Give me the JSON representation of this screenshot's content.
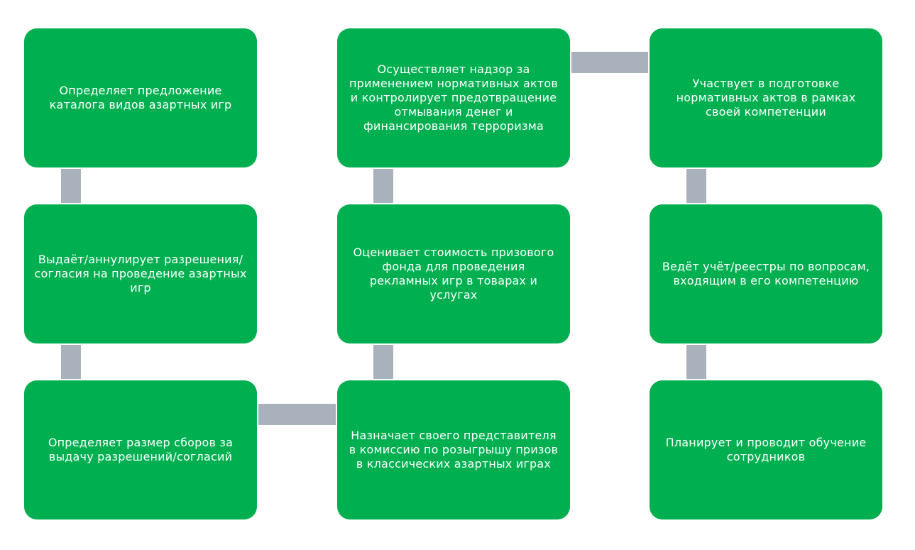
{
  "colors": {
    "box_fill": "#00b050",
    "connector": "#a9b2bc",
    "text": "#ffffff"
  },
  "boxes": {
    "col1": [
      "Определяет предложение каталога видов азартных игр",
      "Выдаёт/аннулирует разрешения/согласия на проведение азартных игр",
      "Определяет размер сборов за выдачу разрешений/согласий"
    ],
    "col2": [
      "Осуществляет надзор за применением нормативных актов и контролирует предотвращение отмывания денег и финансирования терроризма",
      "Оценивает стоимость призового фонда для проведения рекламных игр в товарах и услугах",
      "Назначает своего представителя в комиссию по розыгрышу призов в классических азартных играх"
    ],
    "col3": [
      "Участвует в подготовке нормативных актов в рамках своей компетенции",
      "Ведёт учёт/реестры по вопросам, входящим в его компетенцию",
      "Планирует и проводит обучение сотрудников"
    ]
  }
}
